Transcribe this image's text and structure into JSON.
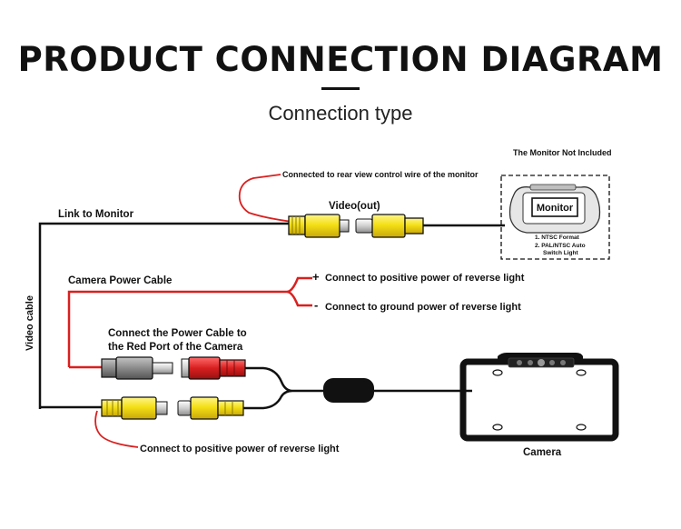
{
  "title": "PRODUCT CONNECTION DIAGRAM",
  "subtitle": "Connection type",
  "labels": {
    "link_to_monitor": "Link to Monitor",
    "video_cable": "Video cable",
    "connected_rear_view": "Connected to rear view control wire of the monitor",
    "video_out": "Video(out)",
    "monitor_not_included": "The Monitor Not Included",
    "monitor": "Monitor",
    "monitor_note_1": "1. NTSC Format",
    "monitor_note_2a": "2. PAL/NTSC Auto",
    "monitor_note_2b": "Switch Light",
    "camera_power_cable": "Camera Power Cable",
    "plus_sign": "+",
    "minus_sign": "-",
    "positive_power": "Connect to positive power of reverse light",
    "ground_power": "Connect to ground power of reverse light",
    "connect_power_line1": "Connect the Power Cable to",
    "connect_power_line2": "the Red Port of the Camera",
    "bottom_positive": "Connect to positive power of reverse light",
    "camera": "Camera"
  },
  "colors": {
    "wire": "#111111",
    "red_wire": "#d9201f",
    "rca_yellow": "#f4e016",
    "dc_red": "#d81f1f",
    "dc_gray": "#8b8b8b",
    "title": "#111111"
  }
}
